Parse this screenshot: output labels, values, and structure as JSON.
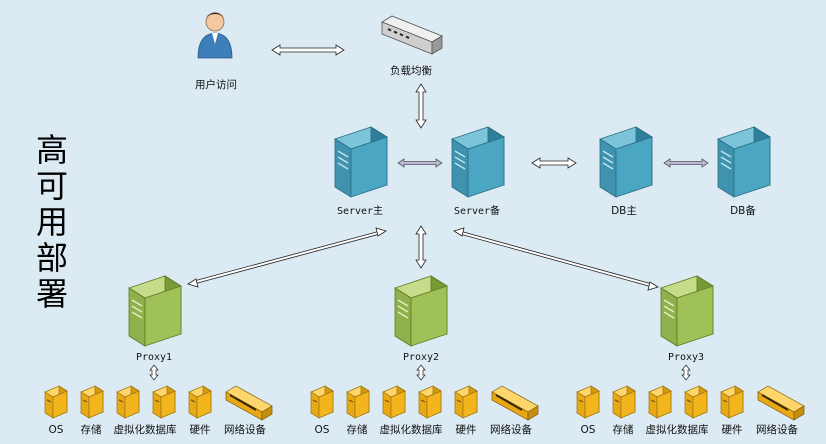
{
  "title": "高可用部署",
  "top": {
    "user_label": "用户访问",
    "lb_label": "负载均衡"
  },
  "servers": {
    "master": "Server主",
    "backup": "Server备"
  },
  "db": {
    "master": "DB主",
    "backup": "DB备"
  },
  "proxies": [
    "Proxy1",
    "Proxy2",
    "Proxy3"
  ],
  "resources": [
    "OS",
    "存储",
    "虚拟化数据库",
    "硬件",
    "网络设备"
  ],
  "colors": {
    "background": "#dcebf3",
    "server_blue": "#3f93ae",
    "proxy_green": "#8fb04a",
    "resource_yellow": "#f2b51e"
  }
}
